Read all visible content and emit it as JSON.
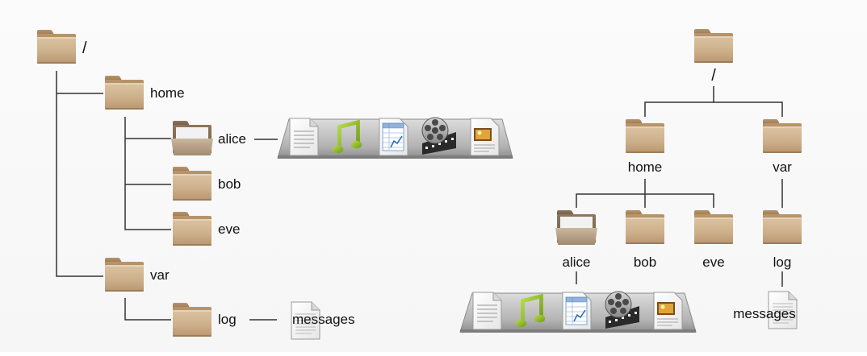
{
  "left_tree": {
    "root": "/",
    "home": "home",
    "alice": "alice",
    "bob": "bob",
    "eve": "eve",
    "var": "var",
    "log": "log",
    "messages": "messages"
  },
  "right_tree": {
    "root": "/",
    "home": "home",
    "var": "var",
    "alice": "alice",
    "bob": "bob",
    "eve": "eve",
    "log": "log",
    "messages": "messages"
  },
  "alice_files_icons": [
    "document-icon",
    "music-note-icon",
    "spreadsheet-icon",
    "film-reel-icon",
    "picture-document-icon"
  ],
  "colors": {
    "folder_tan": "#c9a982",
    "folder_dark": "#9c7e5c",
    "open_folder_front": "#b39a80",
    "tray_gray": "#b8b8b8",
    "line": "#333333",
    "music_green": "#8fbf2a"
  }
}
